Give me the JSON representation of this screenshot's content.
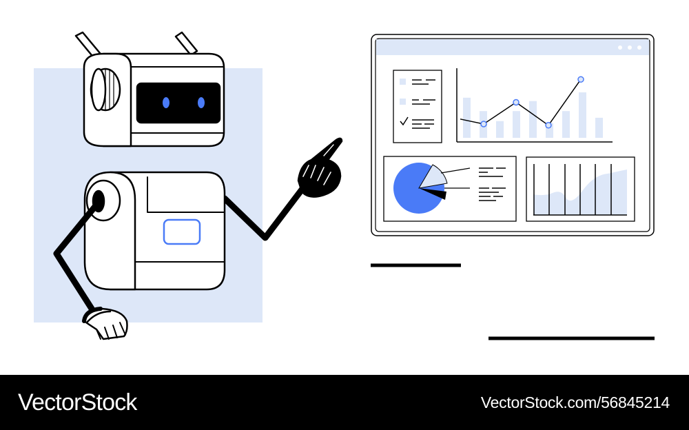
{
  "footer": {
    "brand": "VectorStock",
    "stock_id": "VectorStock.com/56845214"
  },
  "colors": {
    "accent": "#4a7bf7",
    "panel_fill": "#dde7f8",
    "ink": "#000000",
    "background": "#ffffff"
  },
  "dashboard": {
    "bar_series": [
      0.6,
      0.4,
      0.25,
      0.4,
      0.55,
      0.22,
      0.4,
      0.68,
      0.3
    ],
    "line_series": [
      0.28,
      0.2,
      0.55,
      0.18,
      0.92
    ],
    "pie_shares": [
      0.8,
      0.12,
      0.08
    ],
    "checklist_checked": [
      false,
      false,
      true
    ]
  }
}
